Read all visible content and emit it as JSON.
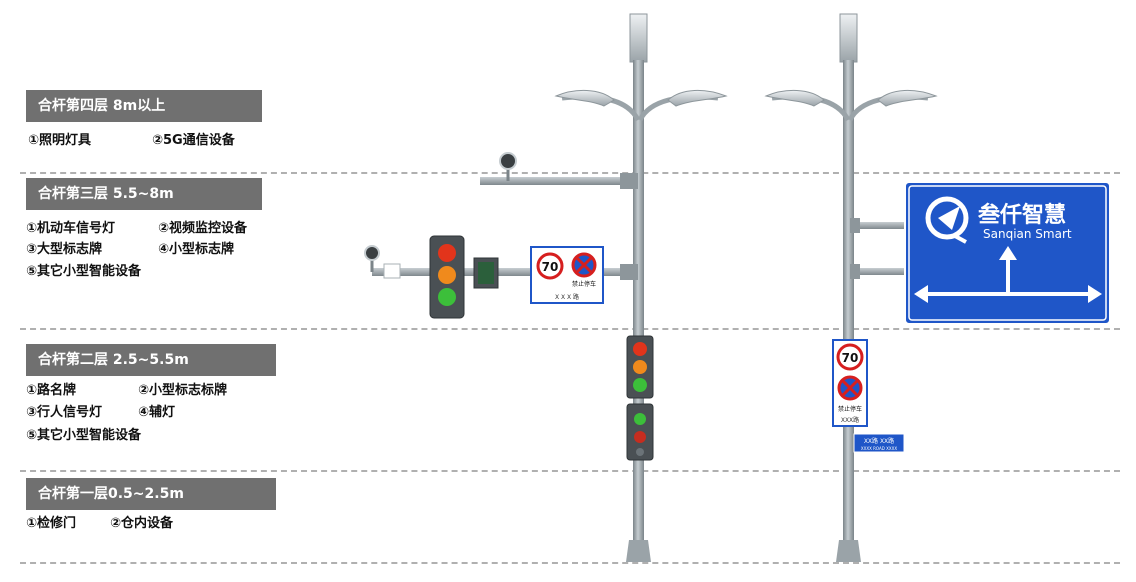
{
  "tiers": [
    {
      "title": "合杆第四层 8m以上",
      "items": [
        "①照明灯具",
        "②5G通信设备"
      ]
    },
    {
      "title": "合杆第三层 5.5~8m",
      "items": [
        "①机动车信号灯",
        "②视频监控设备",
        "③大型标志牌",
        "④小型标志牌",
        "⑤其它小型智能设备"
      ]
    },
    {
      "title": "合杆第二层 2.5~5.5m",
      "items": [
        "①路名牌",
        "②小型标志标牌",
        "③行人信号灯",
        "④辅灯",
        "⑤其它小型智能设备"
      ]
    },
    {
      "title": "合杆第一层0.5~2.5m",
      "items": [
        "①检修门",
        "②仓内设备"
      ]
    }
  ],
  "signs": {
    "speed_limit": "70",
    "no_parking": "禁止停车",
    "plate_small": "X X X 路",
    "sub_plate": "XXX路",
    "street_name_top": "XX路 XX路",
    "street_name_bottom": "XXXX ROAD XXXX"
  },
  "brand": {
    "name_cn": "叁仟智慧",
    "name_en": "Sanqian Smart"
  },
  "colors": {
    "pole": "#8e979c",
    "sign_blue": "#1f56c8",
    "tier_label_bg": "#707070",
    "divider": "#b0b0b0"
  }
}
